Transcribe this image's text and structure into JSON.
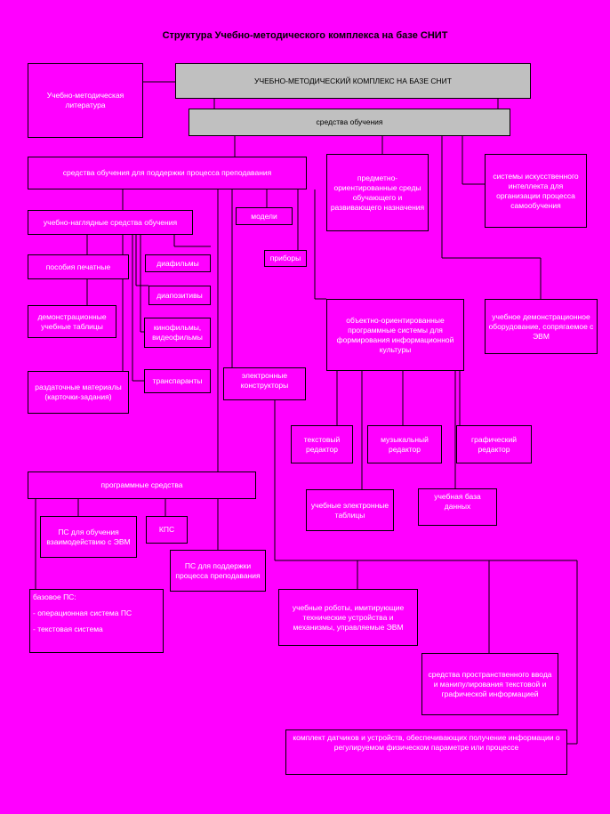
{
  "title": "Структура Учебно-методического комплекса на базе СНИТ",
  "nodes": {
    "lit": "Учебно-методическая литература",
    "umk": "УЧЕБНО-МЕТОДИЧЕСКИЙ КОМПЛЕКС НА БАЗЕ СНИТ",
    "so": "средства обучения",
    "sopp": "средства обучения для поддержки процесса преподавания",
    "poos": "предметно-ориентированные среды обучающего и развивающего назначения",
    "sii": "системы искусственного интеллекта для организации процесса самообучения",
    "unsu": "учебно-наглядные средства обучения",
    "models": "модели",
    "pribory": "приборы",
    "posobia": "пособия печатные",
    "diafilmy": "диафильмы",
    "diapozitivy": "диапозитивы",
    "demo_tables": "демонстрационные учебные таблицы",
    "kinofilmy": "кинофильмы, видеофильмы",
    "razdatochnye": "раздаточные материалы (карточки-задания)",
    "transparanty": "транспаранты",
    "el_konstruktory": "электронные конструкторы",
    "oops": "объектно-ориентированные программные системы для формирования информационной культуры",
    "udo": "учебное демонстрационное оборудование, сопрягаемое с ЭВМ",
    "text_editor": "текстовый редактор",
    "music_editor": "музыкальный редактор",
    "graphic_editor": "графический редактор",
    "el_tables": "учебные электронные таблицы",
    "database": "учебная база данных",
    "prog": "программные средства",
    "ps_evm": "ПС для обучения взаимодействию с ЭВМ",
    "kps": "КПС",
    "ps_teaching": "ПС для поддержки процесса преподавания",
    "base_ps": "базовое ПС:",
    "base_ps_items": [
      "- операционная система ПС",
      "- текстовая система"
    ],
    "robots": "учебные роботы, имитирующие технические устройства и механизмы, управляемые ЭВМ",
    "spatial": "средства пространственного ввода и манипулирования текстовой и графической информацией",
    "sensors": "комплект датчиков и устройств, обеспечивающих получение информации о регулируемом физическом параметре или процессе"
  }
}
